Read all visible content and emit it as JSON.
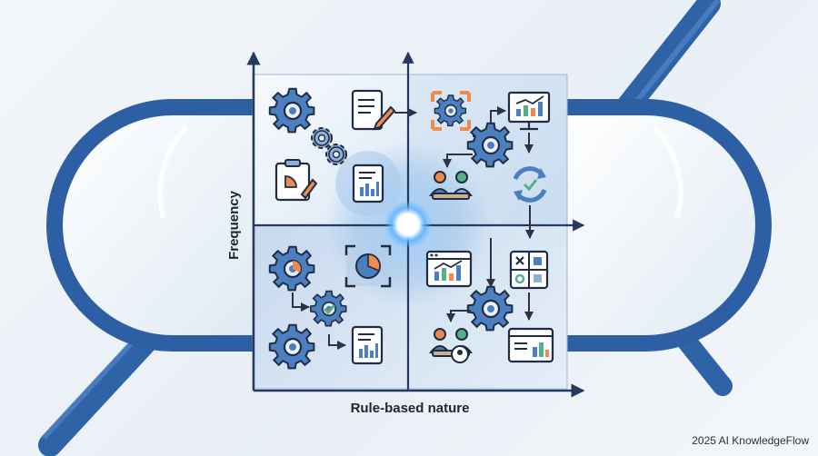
{
  "diagram": {
    "y_axis_label": "Frequency",
    "x_axis_label": "Rule-based nature",
    "footer": "2025 AI KnowledgeFlow"
  },
  "colors": {
    "primary_blue": "#2f63a8",
    "dark_blue": "#1f4e8c",
    "light_blue": "#9ec4e8",
    "accent_orange": "#f08a4b",
    "accent_green": "#55b08a",
    "axis": "#253a5e",
    "glow": "#4aa3ff"
  },
  "icons": {
    "top_left": [
      "gear-icon",
      "document-pencil-icon",
      "small-gears-icon",
      "clipboard-chart-icon",
      "report-chart-icon"
    ],
    "top_right": [
      "target-gear-icon",
      "monitor-chart-icon",
      "gear-icon",
      "meeting-people-icon",
      "cycle-arrows-icon"
    ],
    "bottom_left": [
      "gear-icon",
      "pie-chart-icon",
      "check-gear-icon",
      "gear-icon",
      "report-chart-icon"
    ],
    "bottom_right": [
      "browser-chart-icon",
      "calculator-icon",
      "gear-icon",
      "user-group-icon",
      "dashboard-chart-icon"
    ]
  }
}
